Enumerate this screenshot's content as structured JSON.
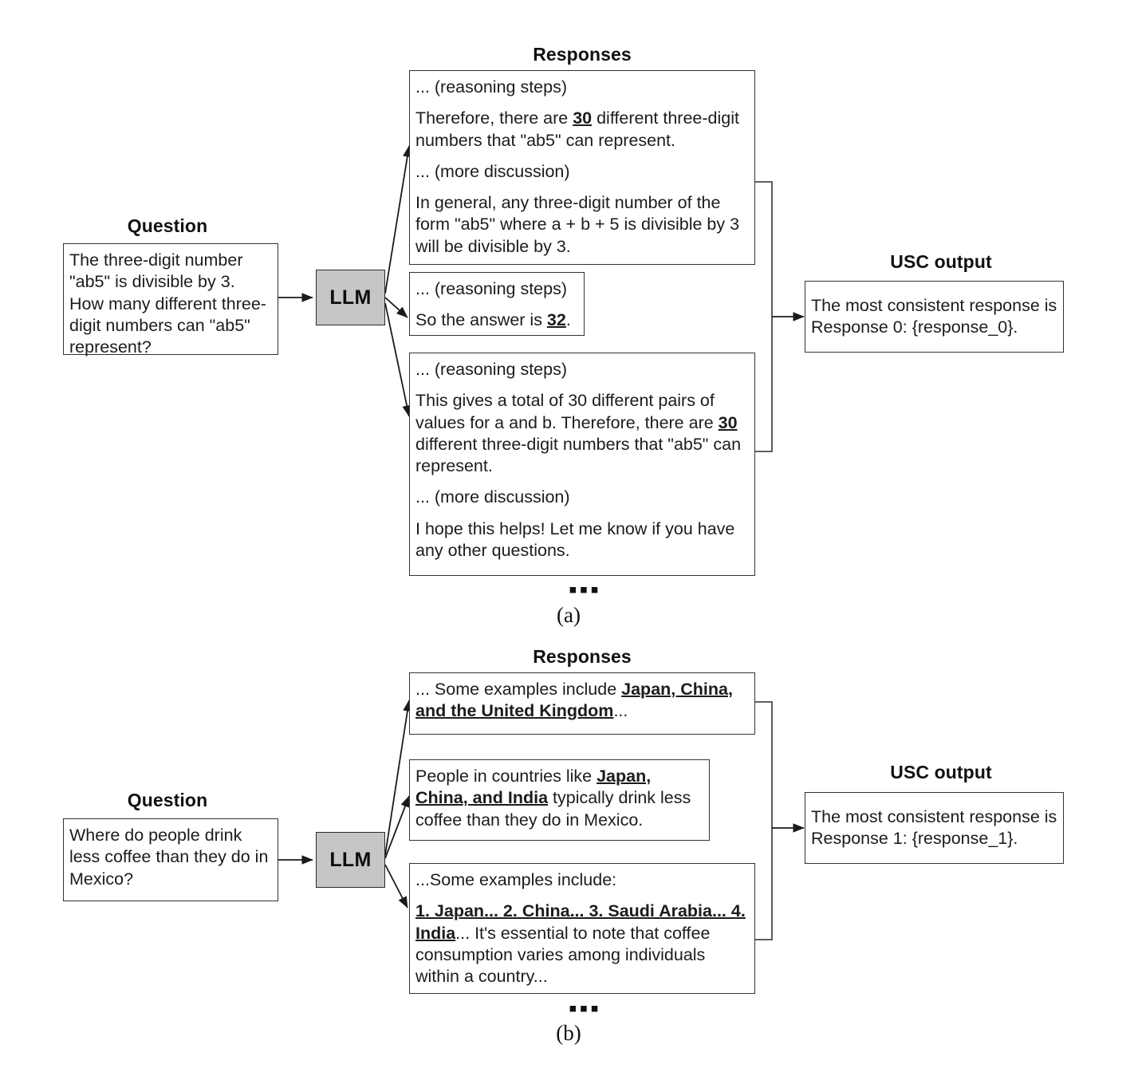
{
  "figure": {
    "panels": [
      {
        "id": "a",
        "caption": "(a)",
        "ellipsis": "▪▪▪",
        "question": {
          "title": "Question",
          "text": "The three-digit number \"ab5\" is divisible by 3. How many different three-digit numbers can \"ab5\" represent?"
        },
        "llm": {
          "label": "LLM"
        },
        "responses": {
          "title": "Responses",
          "items": [
            {
              "name": "response-0",
              "paragraphs": [
                {
                  "runs": [
                    {
                      "text": "... (reasoning steps)",
                      "bold": false
                    }
                  ]
                },
                {
                  "runs": [
                    {
                      "text": "Therefore, there are ",
                      "bold": false
                    },
                    {
                      "text": "30",
                      "bold": true
                    },
                    {
                      "text": " different three-digit numbers that \"ab5\" can represent.",
                      "bold": false
                    }
                  ]
                },
                {
                  "runs": [
                    {
                      "text": "... (more discussion)",
                      "bold": false
                    }
                  ]
                },
                {
                  "runs": [
                    {
                      "text": "In general, any three-digit number of the form \"ab5\" where a + b + 5 is divisible by 3 will be divisible by 3.",
                      "bold": false
                    }
                  ]
                }
              ]
            },
            {
              "name": "response-1",
              "paragraphs": [
                {
                  "runs": [
                    {
                      "text": "... (reasoning steps)",
                      "bold": false
                    }
                  ]
                },
                {
                  "runs": [
                    {
                      "text": "So the answer is ",
                      "bold": false
                    },
                    {
                      "text": "32",
                      "bold": true
                    },
                    {
                      "text": ".",
                      "bold": false
                    }
                  ]
                }
              ]
            },
            {
              "name": "response-2",
              "paragraphs": [
                {
                  "runs": [
                    {
                      "text": "... (reasoning steps)",
                      "bold": false
                    }
                  ]
                },
                {
                  "runs": [
                    {
                      "text": "This gives a total of 30 different pairs of values for a and b. Therefore, there are ",
                      "bold": false
                    },
                    {
                      "text": "30",
                      "bold": true
                    },
                    {
                      "text": " different three-digit numbers that \"ab5\" can represent.",
                      "bold": false
                    }
                  ]
                },
                {
                  "runs": [
                    {
                      "text": "... (more discussion)",
                      "bold": false
                    }
                  ]
                },
                {
                  "runs": [
                    {
                      "text": "I hope this helps! Let me know if you have any other questions.",
                      "bold": false
                    }
                  ]
                }
              ]
            }
          ]
        },
        "usc_output": {
          "title": "USC output",
          "text": "The most consistent response is Response 0: {response_0}."
        }
      },
      {
        "id": "b",
        "caption": "(b)",
        "ellipsis": "▪▪▪",
        "question": {
          "title": "Question",
          "text": "Where do people drink less coffee than they do in Mexico?"
        },
        "llm": {
          "label": "LLM"
        },
        "responses": {
          "title": "Responses",
          "items": [
            {
              "name": "response-0",
              "paragraphs": [
                {
                  "runs": [
                    {
                      "text": "... Some examples include ",
                      "bold": false
                    },
                    {
                      "text": "Japan, China, and the United Kingdom",
                      "bold": true
                    },
                    {
                      "text": "...",
                      "bold": false
                    }
                  ]
                }
              ]
            },
            {
              "name": "response-1",
              "paragraphs": [
                {
                  "runs": [
                    {
                      "text": "People in countries like ",
                      "bold": false
                    },
                    {
                      "text": "Japan, China, and India",
                      "bold": true
                    },
                    {
                      "text": " typically drink less coffee than they do in Mexico.",
                      "bold": false
                    }
                  ]
                }
              ]
            },
            {
              "name": "response-2",
              "paragraphs": [
                {
                  "runs": [
                    {
                      "text": "...Some examples include:",
                      "bold": false
                    }
                  ]
                },
                {
                  "runs": [
                    {
                      "text": "1. Japan... 2. China... 3. Saudi Arabia... 4. India",
                      "bold": true
                    },
                    {
                      "text": "... It's essential to note that coffee consumption varies among individuals within a country...",
                      "bold": false
                    }
                  ]
                }
              ]
            }
          ]
        },
        "usc_output": {
          "title": "USC output",
          "text": "The most consistent response is Response 1: {response_1}."
        }
      }
    ]
  },
  "colors": {
    "llm_fill": "#c6c6c6",
    "border": "#333333",
    "text": "#1c1c1c",
    "background": "#ffffff"
  }
}
